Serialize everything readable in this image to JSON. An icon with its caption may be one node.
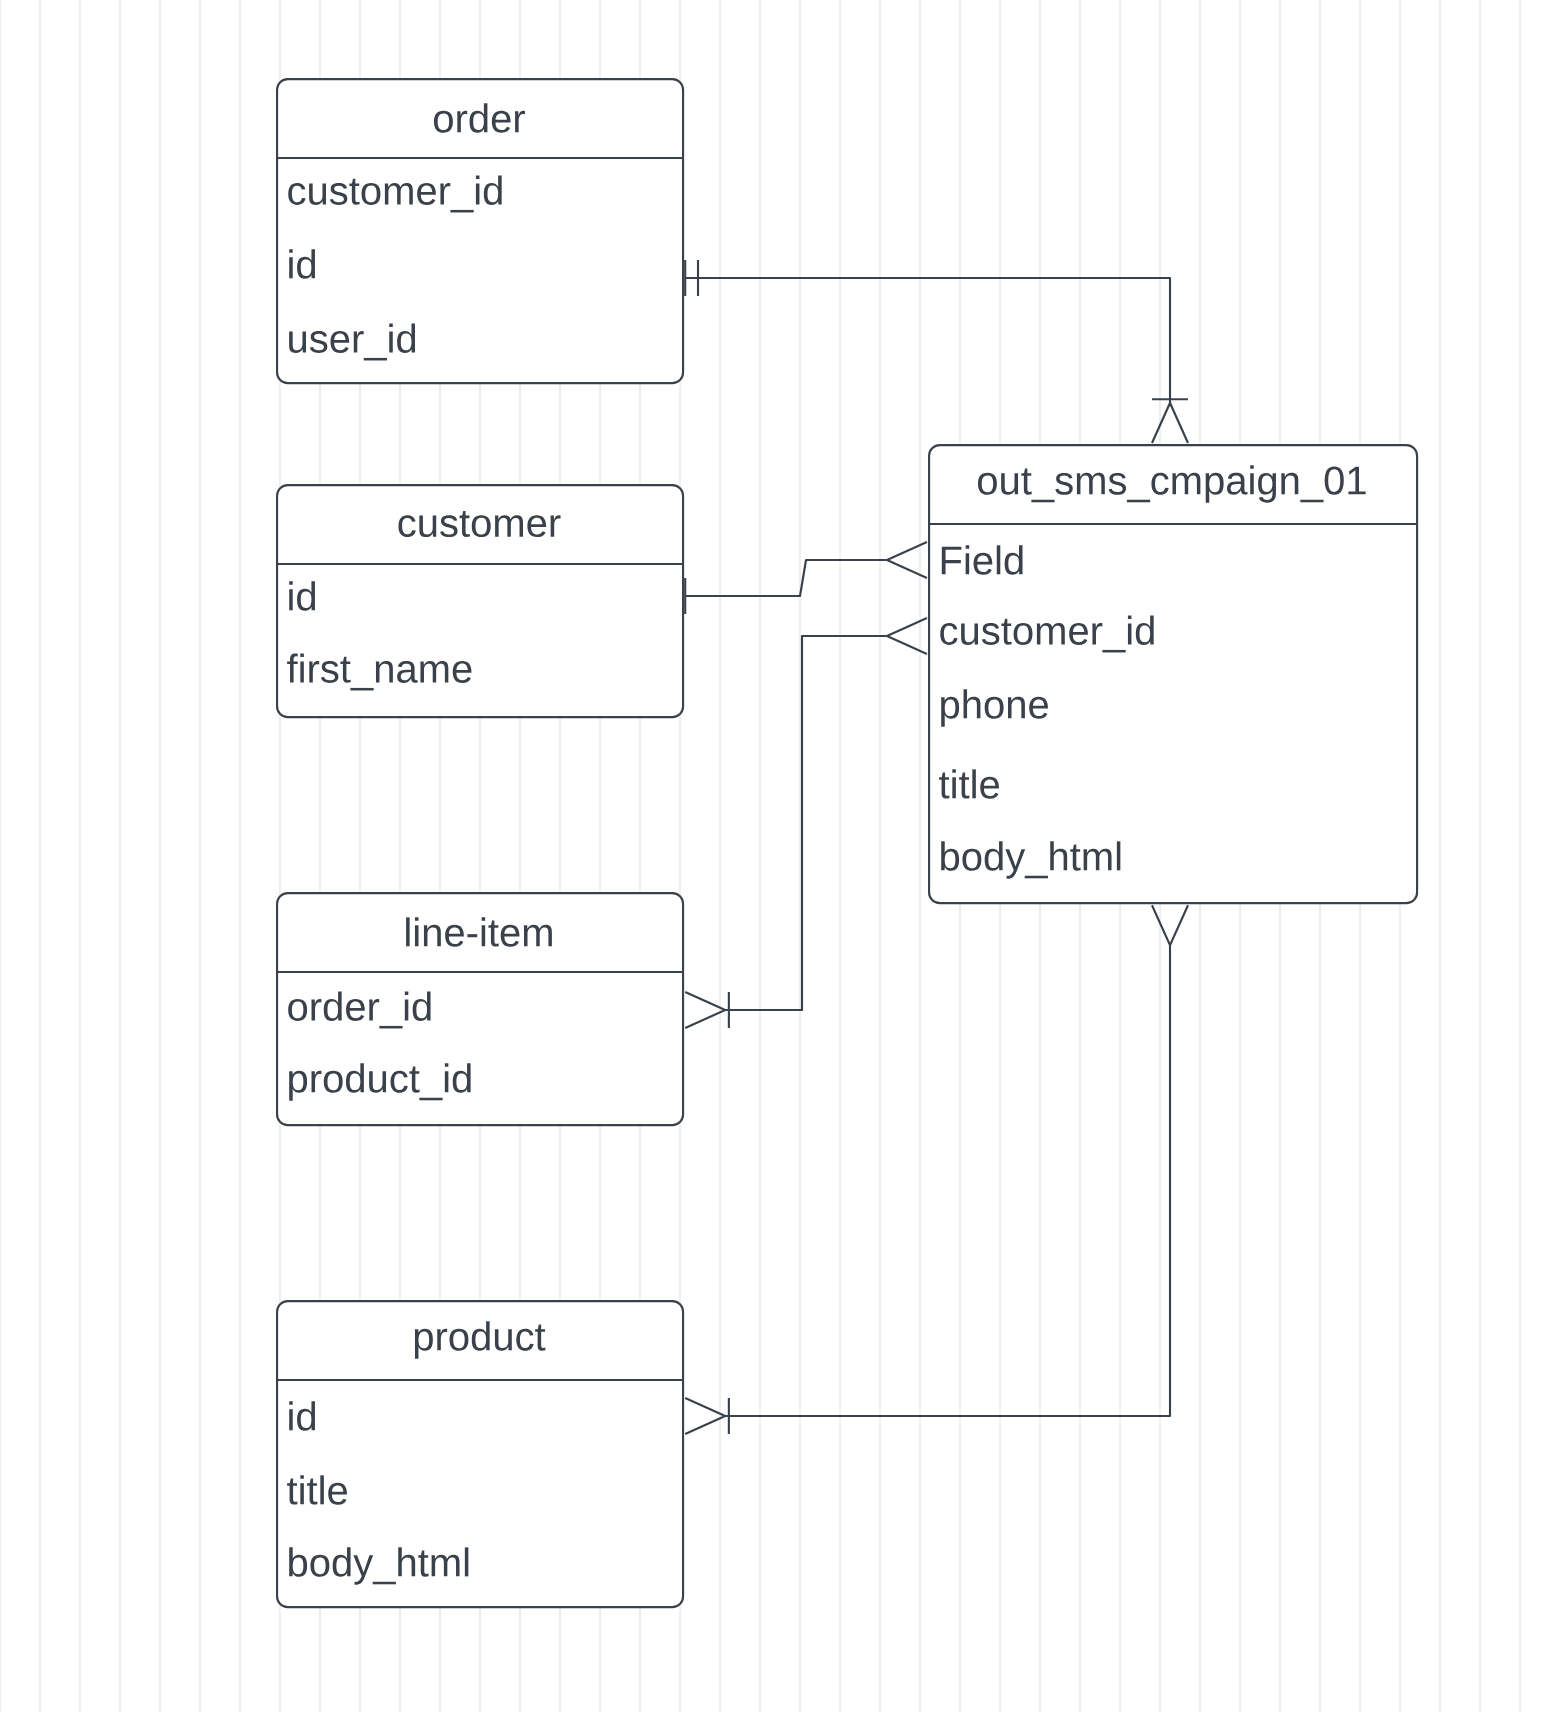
{
  "diagram": {
    "nodes": [
      {
        "text": [
          "order",
          "customer_id",
          "id",
          "user_id"
        ]
      },
      {
        "text": [
          "customer",
          "id",
          "first_name"
        ]
      },
      {
        "text": [
          "line-item",
          "order_id",
          "product_id"
        ]
      },
      {
        "text": [
          "product",
          "id",
          "title",
          "body_html"
        ]
      },
      {
        "text": [
          "out_sms_cmpaign_01",
          "Field",
          "customer_id",
          "phone",
          "title",
          "body_html"
        ]
      }
    ],
    "edges": [
      {
        "from": 0,
        "to": 4,
        "arrow": "other"
      },
      {
        "from": 1,
        "to": 4,
        "arrow": "other"
      },
      {
        "from": 2,
        "to": 4,
        "arrow": "other"
      },
      {
        "from": 3,
        "to": 4,
        "arrow": "other"
      }
    ]
  }
}
